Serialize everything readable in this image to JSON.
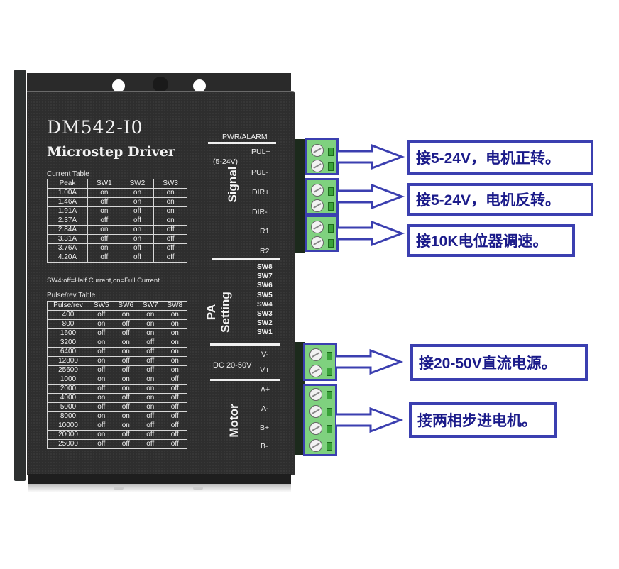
{
  "device": {
    "model": "DM542-I0",
    "subtitle": "Microstep Driver"
  },
  "current_table": {
    "title": "Current Table",
    "headers": [
      "Peak",
      "SW1",
      "SW2",
      "SW3"
    ],
    "rows": [
      [
        "1.00A",
        "on",
        "on",
        "on"
      ],
      [
        "1.46A",
        "off",
        "on",
        "on"
      ],
      [
        "1.91A",
        "on",
        "off",
        "on"
      ],
      [
        "2.37A",
        "off",
        "off",
        "on"
      ],
      [
        "2.84A",
        "on",
        "on",
        "off"
      ],
      [
        "3.31A",
        "off",
        "on",
        "off"
      ],
      [
        "3.76A",
        "on",
        "off",
        "off"
      ],
      [
        "4.20A",
        "off",
        "off",
        "off"
      ]
    ]
  },
  "sw4_note": "SW4:off=Half Current,on=Full Current",
  "pulse_table": {
    "title": "Pulse/rev Table",
    "headers": [
      "Pulse/rev",
      "SW5",
      "SW6",
      "SW7",
      "SW8"
    ],
    "rows": [
      [
        "400",
        "off",
        "on",
        "on",
        "on"
      ],
      [
        "800",
        "on",
        "off",
        "on",
        "on"
      ],
      [
        "1600",
        "off",
        "off",
        "on",
        "on"
      ],
      [
        "3200",
        "on",
        "on",
        "off",
        "on"
      ],
      [
        "6400",
        "off",
        "on",
        "off",
        "on"
      ],
      [
        "12800",
        "on",
        "off",
        "off",
        "on"
      ],
      [
        "25600",
        "off",
        "off",
        "off",
        "on"
      ],
      [
        "1000",
        "on",
        "on",
        "on",
        "off"
      ],
      [
        "2000",
        "off",
        "on",
        "on",
        "off"
      ],
      [
        "4000",
        "on",
        "off",
        "on",
        "off"
      ],
      [
        "5000",
        "off",
        "off",
        "on",
        "off"
      ],
      [
        "8000",
        "on",
        "on",
        "off",
        "off"
      ],
      [
        "10000",
        "off",
        "on",
        "off",
        "off"
      ],
      [
        "20000",
        "on",
        "off",
        "off",
        "off"
      ],
      [
        "25000",
        "off",
        "off",
        "off",
        "off"
      ]
    ]
  },
  "panel_labels": {
    "pwr_alarm": "PWR/ALARM",
    "signal_voltage": "(5-24V)",
    "signal_section": "Signal",
    "signal_pins": [
      "PUL+",
      "PUL-",
      "DIR+",
      "DIR-",
      "R1",
      "R2"
    ],
    "pa_section_line1": "PA",
    "pa_section_line2": "Setting",
    "dip_switches": [
      "SW8",
      "SW7",
      "SW6",
      "SW5",
      "SW4",
      "SW3",
      "SW2",
      "SW1"
    ],
    "power_voltage": "DC 20-50V",
    "power_pins": [
      "V-",
      "V+"
    ],
    "motor_section": "Motor",
    "motor_pins": [
      "A+",
      "A-",
      "B+",
      "B-"
    ]
  },
  "callouts": [
    {
      "text": "接5-24V，电机正转。"
    },
    {
      "text": "接5-24V，电机反转。"
    },
    {
      "text": "接10K电位器调速。"
    },
    {
      "text": "接20-50V直流电源。"
    },
    {
      "text": "接两相步进电机。"
    }
  ],
  "colors": {
    "callout_border": "#3b3fb0",
    "callout_text": "#1b1b8a",
    "terminal_green": "#7fd17f",
    "driver_body": "#2e2e2e"
  }
}
